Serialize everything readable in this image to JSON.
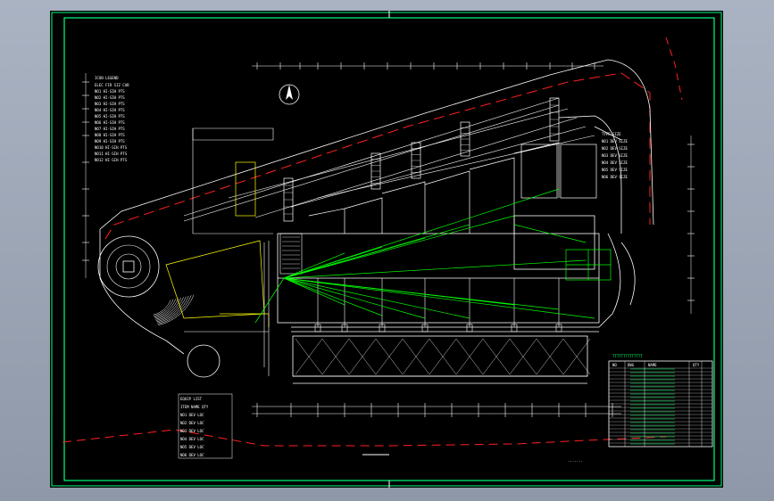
{
  "drawing": {
    "background": "#000000",
    "frame_color": "#00ff80",
    "wall_color": "#ffffff",
    "cable_color": "#00ff00",
    "boundary_color": "#ff2020",
    "accent_color": "#ffff00"
  },
  "north_arrow": {
    "icon": "north-arrow-icon"
  },
  "legend_top_left": {
    "header": "ICON LEGEND",
    "rows": [
      "ELEC FIR SIZ CAB",
      "NO1 HI-SIH PTS",
      "NO2 HI-SIH PTS",
      "NO3 HI-SIH PTS",
      "NO4 HI-SIH PTS",
      "NO5 HI-SIH PTS",
      "NO6 HI-SIH PTS",
      "NO7 HI-SIH PTS",
      "NO8 HI-SIH PTS",
      "NO9 HI-SIH PTS",
      "NO10 HI-SIH PTS",
      "NO11 HI-SIH PTS",
      "NO12 HI-SIH PTS"
    ]
  },
  "legend_bottom_left": {
    "rows": [
      "EQUIP LIST",
      "ITEM NAME QTY",
      "NO1 DEV LOC",
      "NO2 DEV LOC",
      "NO3 DEV LOC",
      "NO4 DEV LOC",
      "NO5 DEV LOC",
      "NO6 DEV LOC"
    ]
  },
  "legend_right": {
    "rows": [
      "TYPE SIZE",
      "NO1 DEV SIZE",
      "NO2 DEV SIZE",
      "NO3 DEV SIZE",
      "NO4 DEV SIZE",
      "NO5 DEV SIZE",
      "NO6 DEV SIZE"
    ]
  },
  "title_block": {
    "columns": [
      "NO",
      "DWG",
      "NAME",
      "QTY"
    ],
    "row_count": 22
  }
}
